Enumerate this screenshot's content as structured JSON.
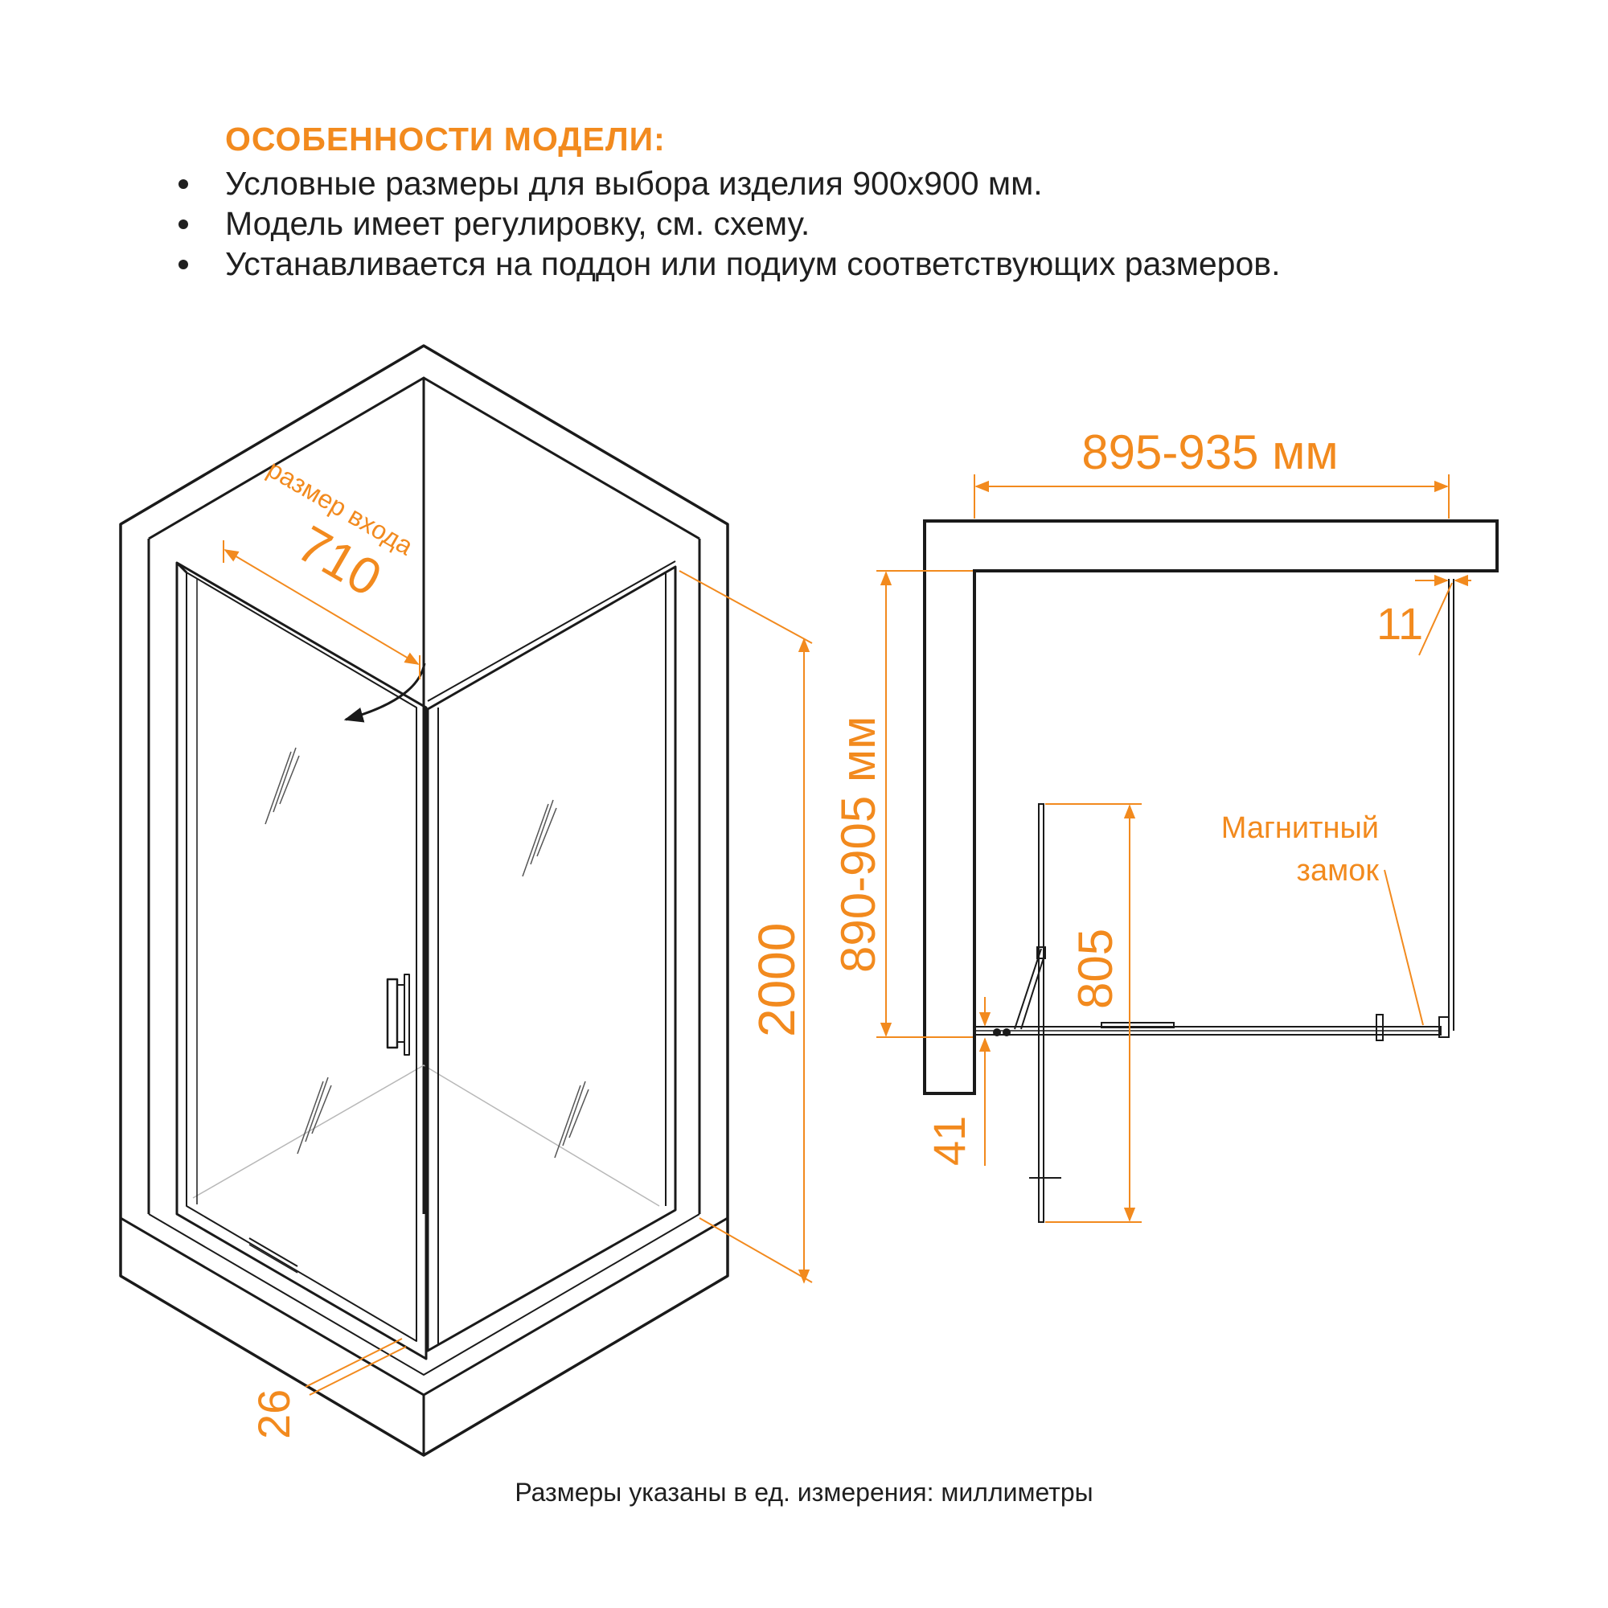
{
  "features": {
    "title": "ОСОБЕННОСТИ МОДЕЛИ:",
    "items": [
      "Условные размеры для выбора изделия 900х900 мм.",
      "Модель имеет регулировку, см. схему.",
      "Устанавливается на поддон или подиум соответствующих размеров."
    ]
  },
  "iso_view": {
    "entrance_label": "размер входа",
    "entrance_width": "710",
    "height": "2000",
    "profile": "26"
  },
  "plan_view": {
    "width_range": "895-935 мм",
    "depth_range": "890-905 мм",
    "wall_gap": "11",
    "door_offset": "41",
    "door_opening": "805",
    "magnet_label_line1": "Магнитный",
    "magnet_label_line2": "замок"
  },
  "footer_note": "Размеры указаны в ед. измерения: миллиметры",
  "colors": {
    "accent": "#f28a1e",
    "line": "#1a1a1a"
  }
}
